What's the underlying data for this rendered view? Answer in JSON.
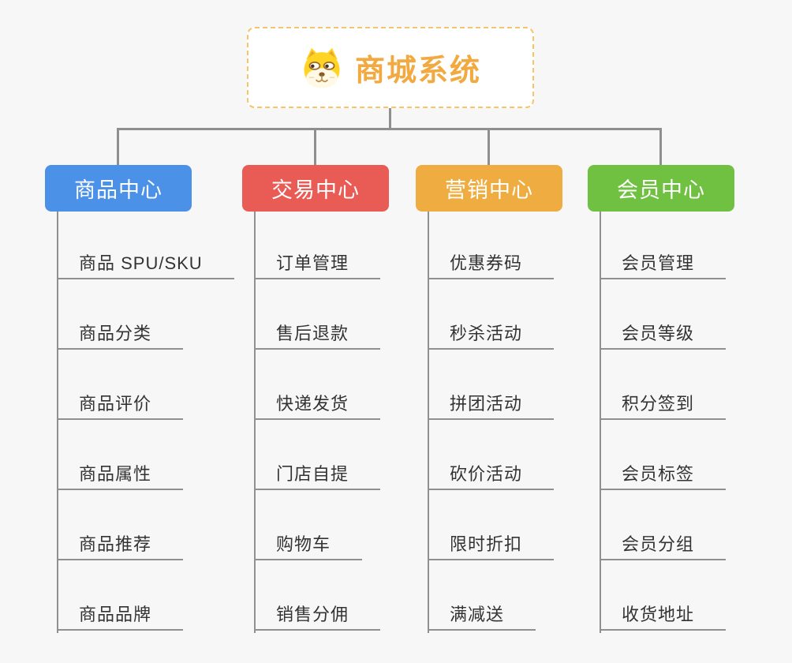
{
  "page": {
    "background_color": "#f7f7f7",
    "connector_color": "#8f8f8f",
    "leaf_text_color": "#333333"
  },
  "root": {
    "title": "商城系统",
    "title_color": "#f2a93f",
    "border_color": "#f7c469",
    "icon": "dog-face-icon"
  },
  "branches": [
    {
      "label": "商品中心",
      "color": "#4b91e8",
      "children": [
        "商品 SPU/SKU",
        "商品分类",
        "商品评价",
        "商品属性",
        "商品推荐",
        "商品品牌"
      ]
    },
    {
      "label": "交易中心",
      "color": "#e95c56",
      "children": [
        "订单管理",
        "售后退款",
        "快递发货",
        "门店自提",
        "购物车",
        "销售分佣"
      ]
    },
    {
      "label": "营销中心",
      "color": "#efad41",
      "children": [
        "优惠券码",
        "秒杀活动",
        "拼团活动",
        "砍价活动",
        "限时折扣",
        "满减送"
      ]
    },
    {
      "label": "会员中心",
      "color": "#70c142",
      "children": [
        "会员管理",
        "会员等级",
        "积分签到",
        "会员标签",
        "会员分组",
        "收货地址"
      ]
    }
  ]
}
